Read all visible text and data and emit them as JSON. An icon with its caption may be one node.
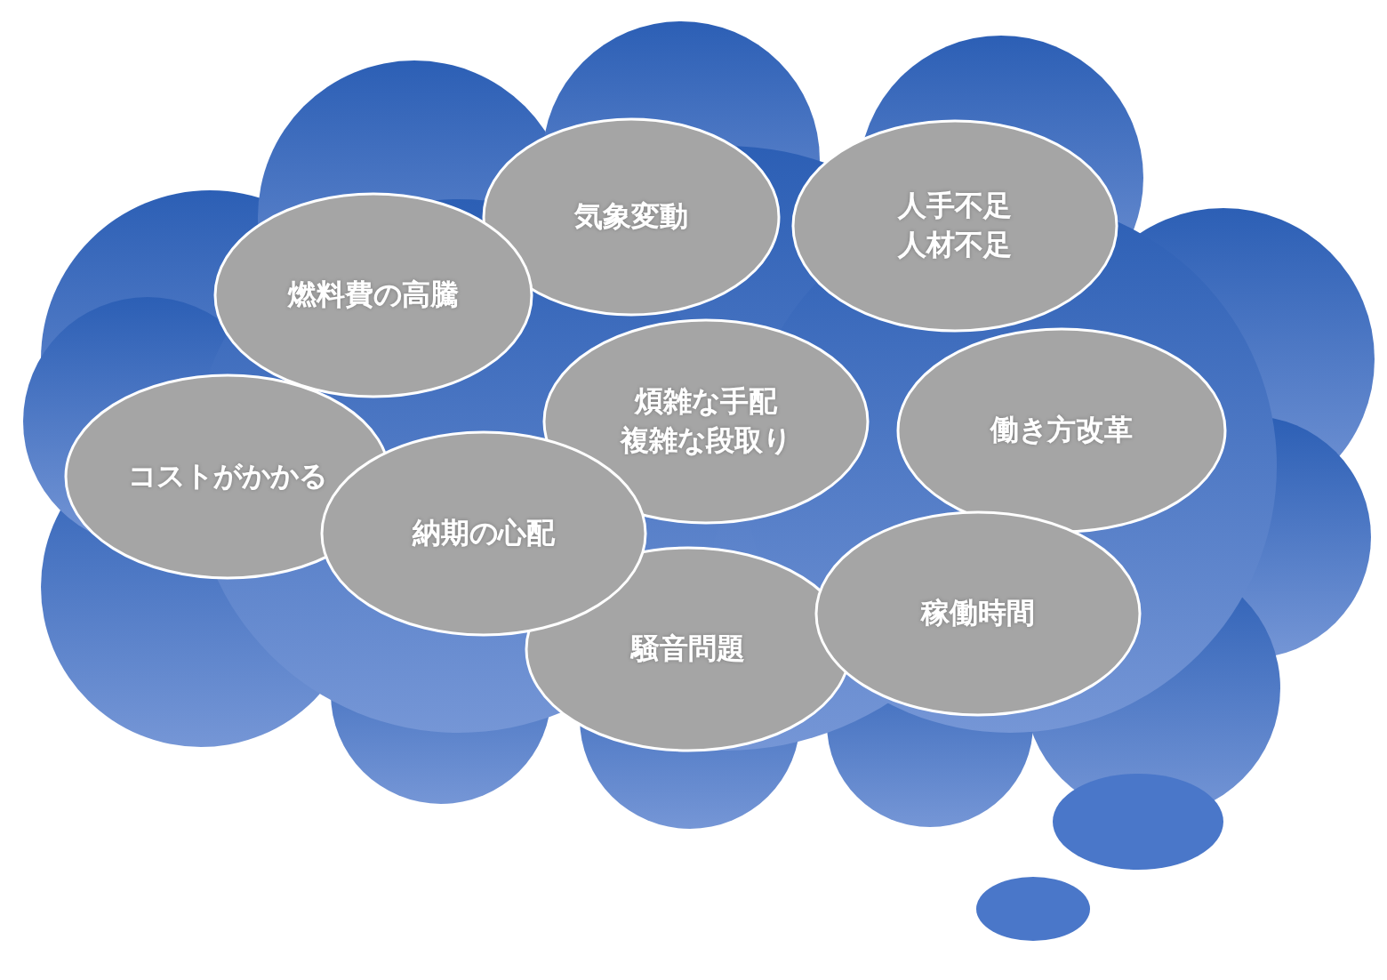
{
  "diagram": {
    "nodes": [
      {
        "text": [],
        "shape": "cloud"
      },
      {
        "text": [
          "気象変動"
        ],
        "in": 0
      },
      {
        "text": [
          "人手不足",
          "人材不足"
        ],
        "in": 0
      },
      {
        "text": [
          "燃料費の高騰"
        ],
        "in": 0
      },
      {
        "text": [
          "煩雑な手配",
          "複雑な段取り"
        ],
        "in": 0
      },
      {
        "text": [
          "働き方改革"
        ],
        "in": 0
      },
      {
        "text": [
          "コストがかかる"
        ],
        "in": 0
      },
      {
        "text": [
          "納期の心配"
        ],
        "in": 0
      },
      {
        "text": [
          "稼働時間"
        ],
        "in": 0
      },
      {
        "text": [
          "騒音問題"
        ],
        "in": 0
      },
      {
        "text": [],
        "shape": "ellipse"
      },
      {
        "text": [],
        "shape": "ellipse"
      }
    ]
  }
}
